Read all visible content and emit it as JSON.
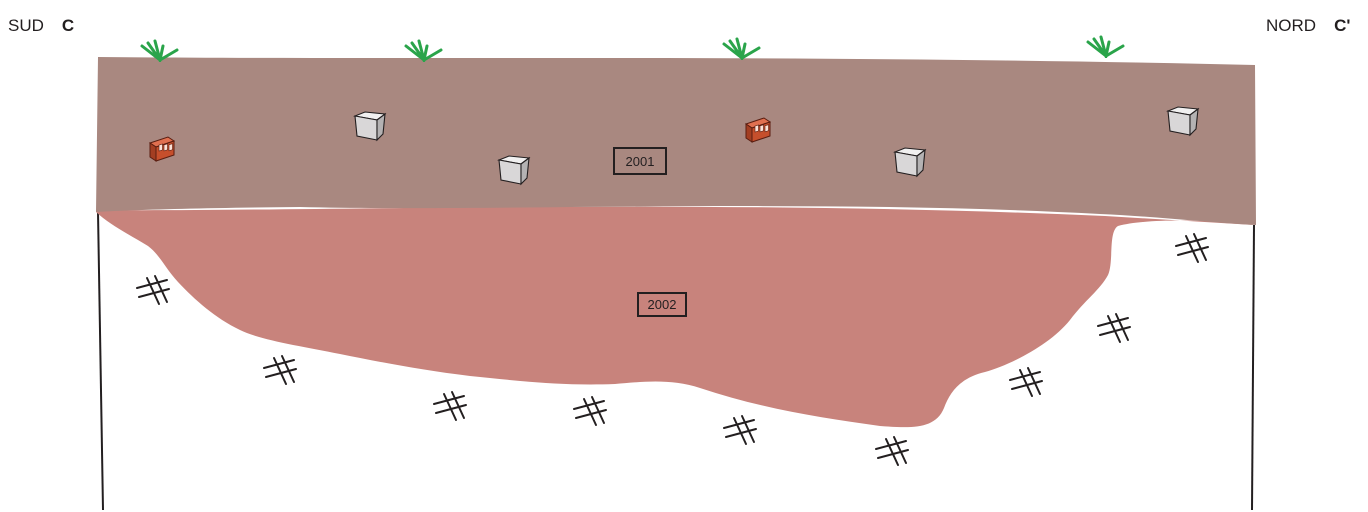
{
  "orientation": {
    "south": {
      "word": "SUD",
      "letter": "C"
    },
    "north": {
      "word": "NORD",
      "letter": "C'"
    }
  },
  "layers": [
    {
      "id": "2001",
      "label": "2001",
      "color": "#a98880"
    },
    {
      "id": "2002",
      "label": "2002",
      "color": "#c8837c"
    }
  ],
  "symbols": {
    "surface": "grass-tuft-icon",
    "inclusion_brick": "brick-icon",
    "inclusion_stone": "stone-block-icon",
    "natural_ground": "hatch-cross-icon"
  },
  "colors": {
    "grass": "#2aa44a",
    "brick": "#c64f2c",
    "stone": "#d9d7d8",
    "line": "#231f20",
    "background": "#ffffff"
  }
}
